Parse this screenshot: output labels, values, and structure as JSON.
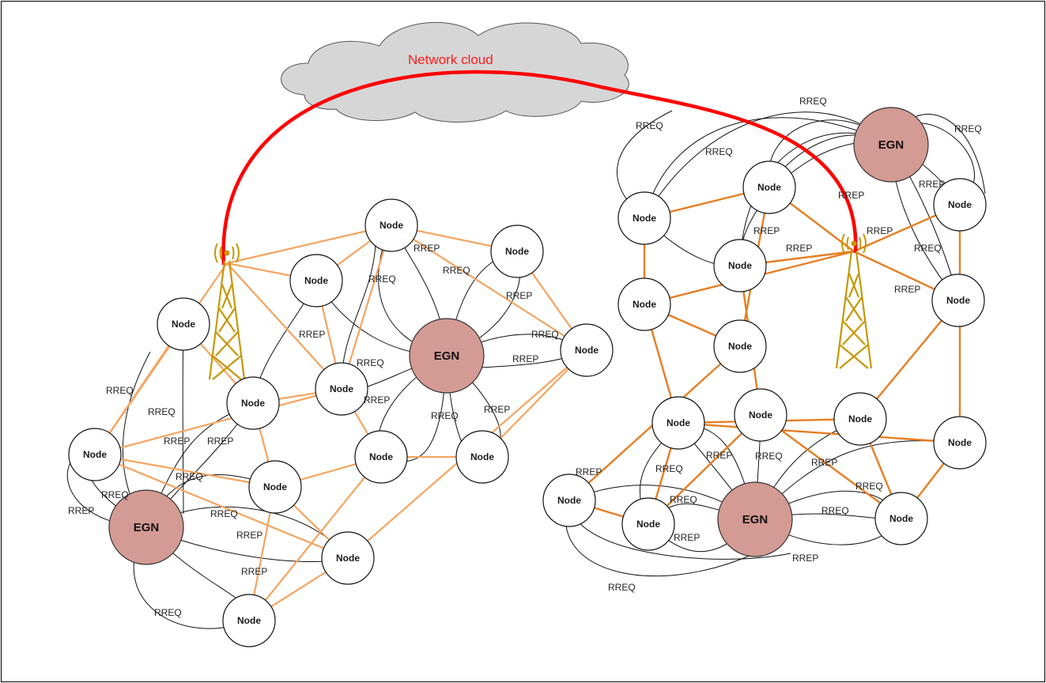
{
  "diagram": {
    "cloud_label": "Network cloud",
    "node_label": "Node",
    "egn_label": "EGN",
    "message_labels": [
      "RREQ",
      "RREP"
    ],
    "colors": {
      "cloud_fill": "#d6d6d6",
      "backbone_link": "#ff0000",
      "left_link": "#f4a460",
      "right_link": "#e67e22",
      "egn_fill": "#d49a94",
      "tower": "#d4a017"
    }
  }
}
